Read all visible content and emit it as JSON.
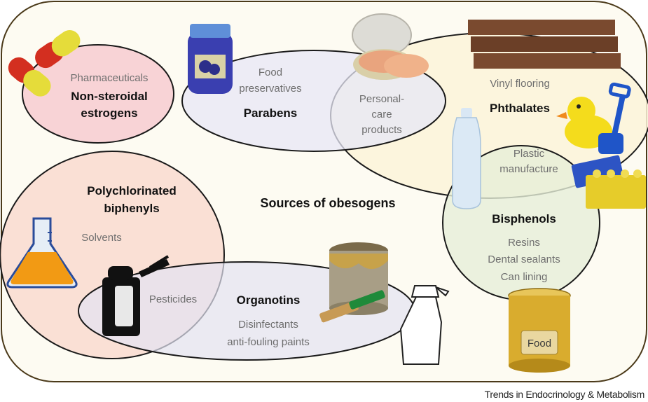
{
  "title": "Sources of obesogens",
  "journal": "Trends in Endocrinology & Metabolism",
  "groups": {
    "non_steroidal_estrogens": {
      "name": [
        "Non-steroidal",
        "estrogens"
      ],
      "sources": [
        "Pharmaceuticals"
      ],
      "color": "#f8d3d6"
    },
    "parabens": {
      "name": [
        "Parabens"
      ],
      "sources": [
        "Food",
        "preservatives"
      ],
      "color": "#e7e7f5"
    },
    "shared_parabens_phthalates": {
      "sources": [
        "Personal-",
        "care",
        "products"
      ]
    },
    "phthalates": {
      "name": [
        "Phthalates"
      ],
      "sources": [
        "Vinyl flooring"
      ],
      "color": "#fcf3d9"
    },
    "shared_phthalates_bisphenols": {
      "sources": [
        "Plastic",
        "manufacture"
      ]
    },
    "bisphenols": {
      "name": [
        "Bisphenols"
      ],
      "sources": [
        "Resins",
        "Dental sealants",
        "Can lining",
        "Food"
      ],
      "color": "#e6efd8"
    },
    "polychlorinated_biphenyls": {
      "name": [
        "Polychlorinated",
        "biphenyls"
      ],
      "sources": [
        "Solvents"
      ],
      "color": "#f9ddd2"
    },
    "shared_pcb_organotins": {
      "sources": [
        "Pesticides"
      ]
    },
    "organotins": {
      "name": [
        "Organotins"
      ],
      "sources": [
        "Disinfectants",
        "anti-fouling paints"
      ],
      "color": "#e2e2f2"
    }
  },
  "colors": {
    "frame_stroke": "#4b3a1a",
    "frame_fill": "#fdfbf2",
    "ellipse_stroke": "#1a1a1a"
  },
  "icons": [
    "capsule-icon",
    "jar-icon",
    "compact-icon",
    "wood-plank-icon",
    "rubber-duck-icon",
    "shovel-icon",
    "bottle-icon",
    "lego-brick-icon",
    "flask-icon",
    "spray-can-icon",
    "paint-can-icon",
    "spray-bottle-icon",
    "food-can-icon"
  ]
}
